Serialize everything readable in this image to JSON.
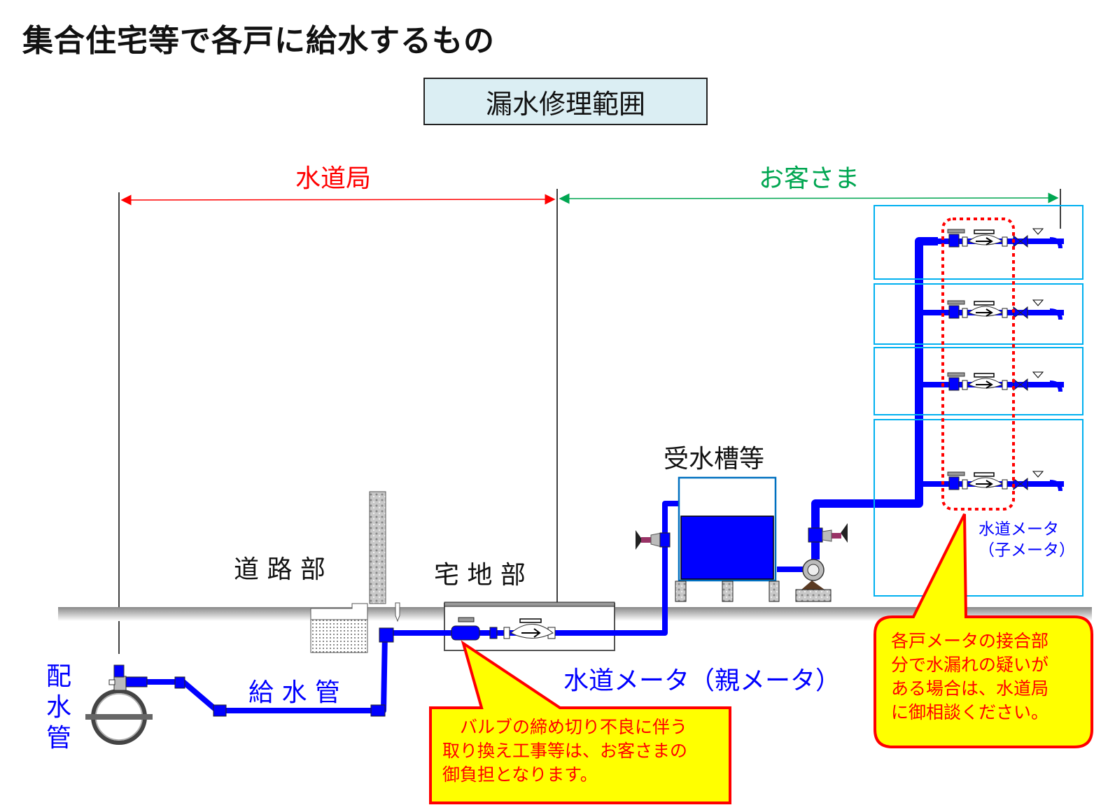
{
  "title": "集合住宅等で各戸に給水するもの",
  "scope_box": "漏水修理範囲",
  "sections": {
    "bureau": "水道局",
    "customer": "お客さま"
  },
  "labels": {
    "road": "道 路 部",
    "premises": "宅 地 部",
    "tank": "受水槽等",
    "service_pipe": "給 水 管",
    "main_pipe": "配\n水\n管",
    "parent_meter": "水道メータ（親メータ）",
    "child_meter_line1": "水道メータ",
    "child_meter_line2": "（子メータ）"
  },
  "callouts": {
    "valve": "　バルブの締め切り不良に伴う\n取り換え工事等は、お客さまの\n御負担となります。",
    "meter_joint": "各戸メータの接合部\n分で水漏れの疑いが\nある場合は、水道局\nに御相談ください。"
  },
  "colors": {
    "bureau": "#ff0000",
    "customer": "#00a651",
    "pipe": "#0000ff",
    "callout_fill": "#ffff00",
    "callout_border": "#ff0000",
    "unit_box": "#00b0f0",
    "scope_fill": "#dbeef3"
  }
}
